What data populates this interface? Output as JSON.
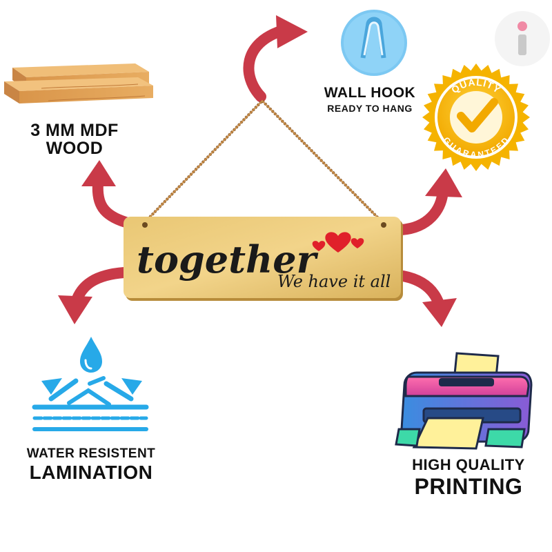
{
  "features": {
    "wood": {
      "line1": "3 MM MDF",
      "line2": "WOOD",
      "icon": "wood-planks-icon"
    },
    "hook": {
      "line1": "WALL HOOK",
      "line2": "READY TO HANG",
      "icon": "wall-hook-icon"
    },
    "quality": {
      "top": "QUALITY",
      "bottom": "GUARANTEED",
      "icon": "quality-badge-icon",
      "color": "#f5b300"
    },
    "water": {
      "line1": "WATER RESISTENT",
      "line2": "LAMINATION",
      "icon": "water-drop-icon",
      "color": "#27a9e8"
    },
    "printing": {
      "line1": "HIGH QUALITY",
      "line2": "PRINTING",
      "icon": "printer-icon"
    }
  },
  "sign": {
    "title": "together",
    "subtitle": "We have it all",
    "heart_color": "#e0202a"
  },
  "arrow_color": "#c93a48",
  "brand_mark": "i"
}
